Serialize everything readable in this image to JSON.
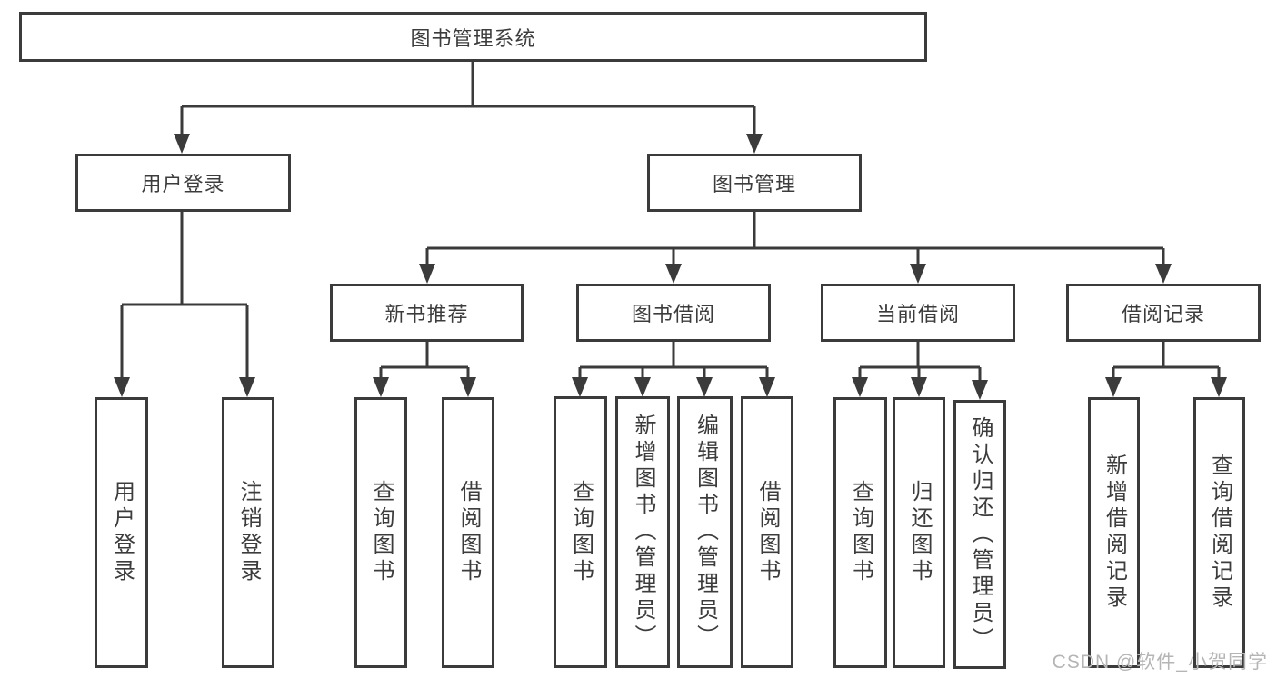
{
  "tree": {
    "root": "图书管理系统",
    "children": [
      {
        "label": "用户登录",
        "children": [
          "用户登录",
          "注销登录"
        ]
      },
      {
        "label": "图书管理",
        "children": [
          {
            "label": "新书推荐",
            "children": [
              "查询图书",
              "借阅图书"
            ]
          },
          {
            "label": "图书借阅",
            "children": [
              "查询图书",
              "新增图书（管理员）",
              "编辑图书（管理员）",
              "借阅图书"
            ]
          },
          {
            "label": "当前借阅",
            "children": [
              "查询图书",
              "归还图书",
              "确认归还（管理员）"
            ]
          },
          {
            "label": "借阅记录",
            "children": [
              "新增借阅记录",
              "查询借阅记录"
            ]
          }
        ]
      }
    ]
  },
  "colors": {
    "line": "#3b3b3b",
    "text": "#3c3c3c",
    "watermark": "#b5b5b5",
    "background": "#ffffff"
  },
  "watermark": "CSDN @软件_小贺同学"
}
